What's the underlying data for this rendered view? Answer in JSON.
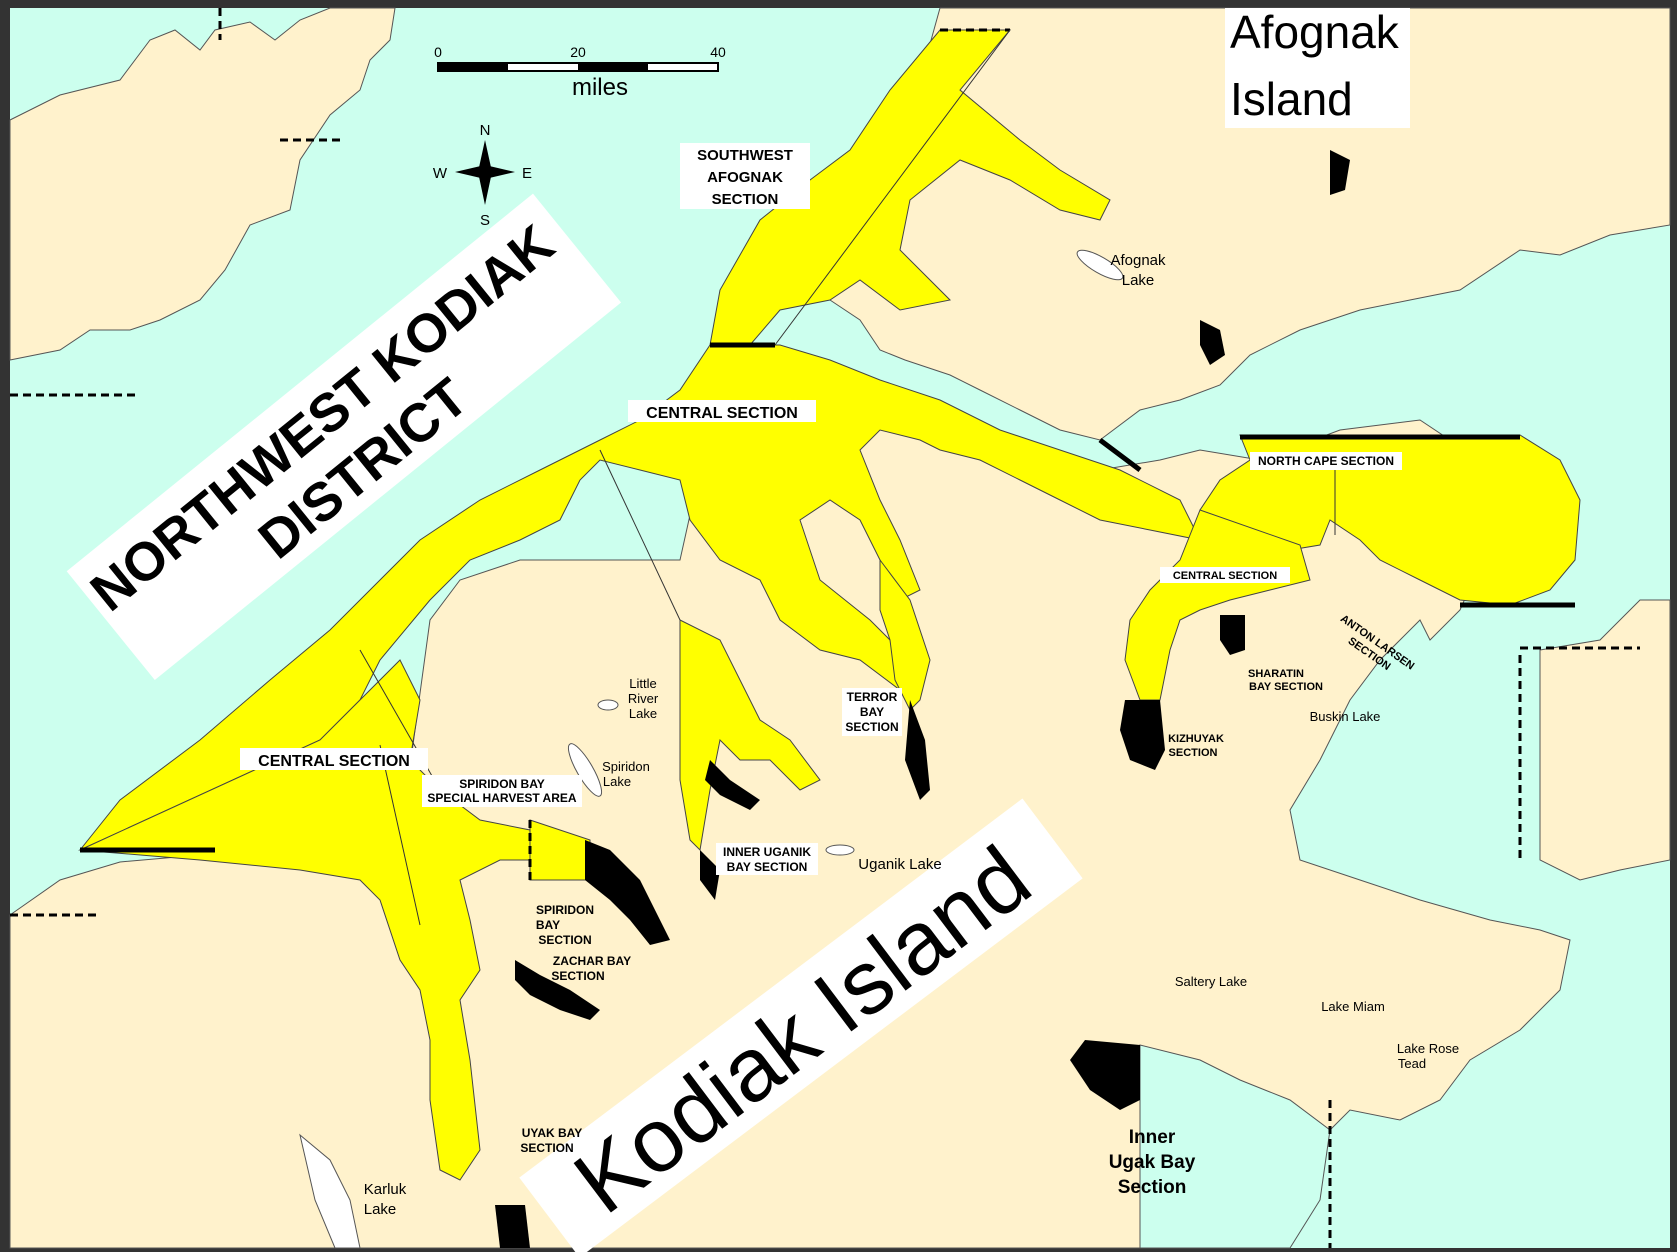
{
  "scale_bar": {
    "ticks": [
      "0",
      "20",
      "40"
    ],
    "unit": "miles"
  },
  "compass": {
    "n": "N",
    "s": "S",
    "e": "E",
    "w": "W"
  },
  "islands": {
    "afognak_line1": "Afognak",
    "afognak_line2": "Island",
    "kodiak": "Kodiak Island"
  },
  "district": {
    "line1": "NORTHWEST KODIAK",
    "line2": "DISTRICT"
  },
  "sections": {
    "southwest_afognak": [
      "SOUTHWEST",
      "AFOGNAK",
      "SECTION"
    ],
    "central_top": "CENTRAL SECTION",
    "central_left": "CENTRAL SECTION",
    "central_small": "CENTRAL SECTION",
    "north_cape": "NORTH CAPE SECTION",
    "terror_bay": [
      "TERROR",
      "BAY",
      "SECTION"
    ],
    "spiridon_special": [
      "SPIRIDON BAY",
      "SPECIAL HARVEST AREA"
    ],
    "spiridon_bay": [
      "SPIRIDON",
      "BAY",
      "SECTION"
    ],
    "zachar_bay": [
      "ZACHAR BAY",
      "SECTION"
    ],
    "inner_uganik": [
      "INNER UGANIK",
      "BAY SECTION"
    ],
    "uyak_bay": [
      "UYAK BAY",
      "SECTION"
    ],
    "kizhuyak": [
      "KIZHUYAK",
      "SECTION"
    ],
    "sharatin_bay": [
      "SHARATIN",
      "BAY SECTION"
    ],
    "anton_larsen": [
      "ANTON LARSEN",
      "SECTION"
    ],
    "inner_ugak": [
      "Inner",
      "Ugak Bay",
      "Section"
    ]
  },
  "lakes": {
    "afognak": [
      "Afognak",
      "Lake"
    ],
    "little_river": [
      "Little",
      "River",
      "Lake"
    ],
    "spiridon": [
      "Spiridon",
      "Lake"
    ],
    "uganik": "Uganik Lake",
    "karluk": [
      "Karluk",
      "Lake"
    ],
    "buskin": "Buskin Lake",
    "saltery": "Saltery Lake",
    "miam": "Lake Miam",
    "rose_tead": [
      "Lake Rose",
      "Tead"
    ]
  },
  "colors": {
    "water": "#CCFFEE",
    "land": "#FFF2CC",
    "section_fill": "#FFFF00",
    "closure": "#000000",
    "frame": "#333333"
  }
}
